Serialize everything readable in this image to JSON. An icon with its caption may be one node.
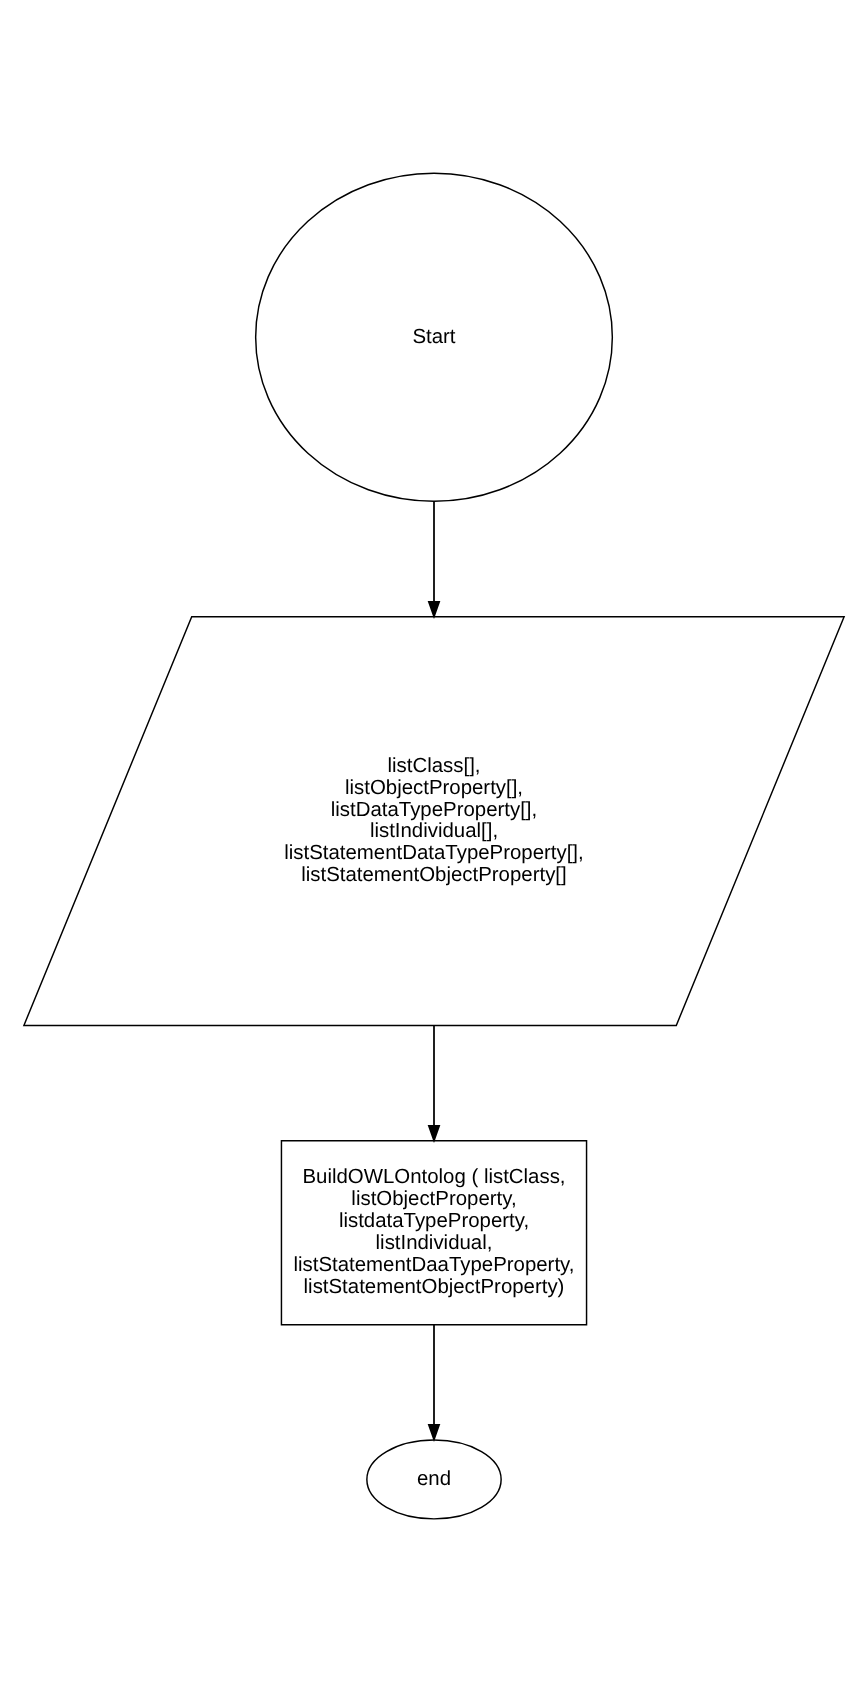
{
  "diagram": {
    "nodes": [
      {
        "text": [
          "Start"
        ]
      },
      {
        "text": [
          "listClass[], listObjectProperty[], listDataTypeProperty[], listIndividual[], listStatementDataTypeProperty[], listStatementObjectProperty[]"
        ]
      },
      {
        "text": [
          "BuildOWLOntolog ( listClass, listObjectProperty, listdataTypeProperty, listIndividual, listStatementDaaTypeProperty, listStatementObjectProperty)"
        ]
      },
      {
        "text": [
          "end"
        ]
      }
    ],
    "edges": [
      {
        "from": 0,
        "to": 1,
        "arrow": "to"
      },
      {
        "from": 1,
        "to": 2,
        "arrow": "to"
      },
      {
        "from": 2,
        "to": 3,
        "arrow": "to"
      }
    ]
  }
}
